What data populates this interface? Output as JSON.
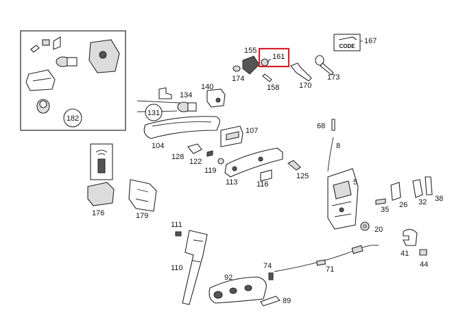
{
  "diagram": {
    "callouts": {
      "c182": "182",
      "c167": "167",
      "c155": "155",
      "c161": "161",
      "c174": "174",
      "c158": "158",
      "c170": "170",
      "c173": "173",
      "c134": "134",
      "c140": "140",
      "c131": "131",
      "c107": "107",
      "c104": "104",
      "c128": "128",
      "c122": "122",
      "c119": "119",
      "c113": "113",
      "c116": "116",
      "c125": "125",
      "c68": "68",
      "c8": "8",
      "c5": "5",
      "c176": "176",
      "c179": "179",
      "c35": "35",
      "c26": "26",
      "c32": "32",
      "c38": "38",
      "c20": "20",
      "c111": "111",
      "c110": "110",
      "c41": "41",
      "c44": "44",
      "c74": "74",
      "c71": "71",
      "c92": "92",
      "c89": "89"
    },
    "code_card_text": "CODE",
    "highlighted_part": "161",
    "colors": {
      "highlight": "#d4202a",
      "ink": "#222222"
    }
  }
}
